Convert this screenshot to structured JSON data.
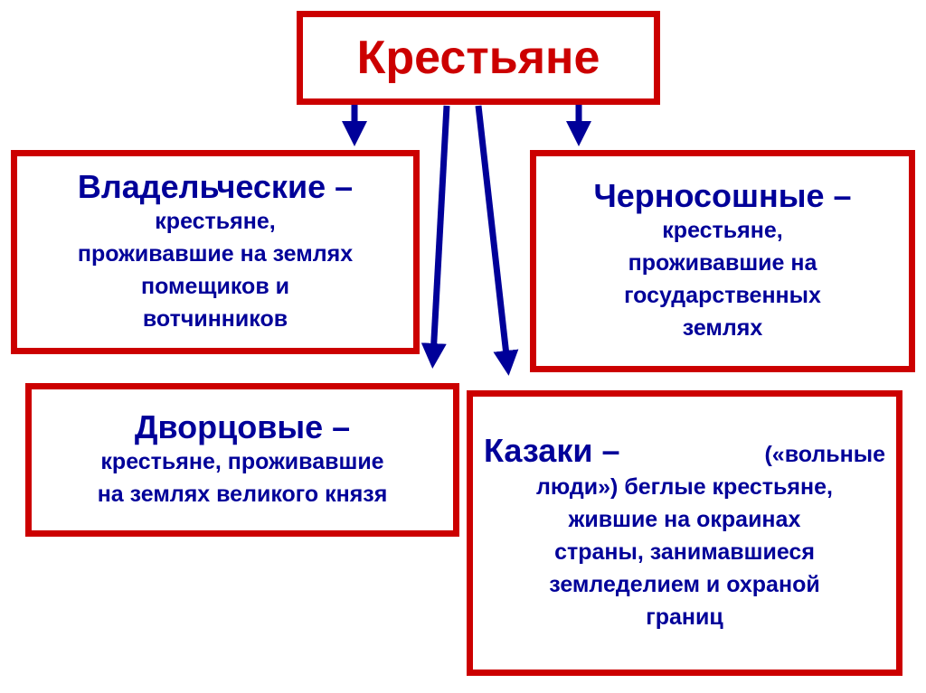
{
  "diagram": {
    "root": {
      "label": "Крестьяне"
    },
    "nodes": [
      {
        "id": "vladelcheskie",
        "heading": "Владельческие –",
        "lines": [
          "крестьяне,",
          "проживавшие на землях",
          "помещиков и",
          "вотчинников"
        ]
      },
      {
        "id": "chernososhnye",
        "heading": "Черносошные –",
        "lines": [
          "крестьяне,",
          "проживавшие на",
          "государственных",
          "землях"
        ]
      },
      {
        "id": "dvorcovye",
        "heading": "Дворцовые –",
        "lines": [
          "крестьяне, проживавшие",
          "на землях великого князя"
        ]
      },
      {
        "id": "kazaki",
        "heading": "Казаки –",
        "heading_suffix": "(«вольные",
        "lines": [
          "люди») беглые крестьяне,",
          "жившие на окраинах",
          "страны, занимавшиеся",
          "земледелием и охраной",
          "границ"
        ]
      }
    ],
    "colors": {
      "border": "#cc0000",
      "root_text": "#cc0000",
      "text": "#000099",
      "arrow": "#000099"
    }
  }
}
